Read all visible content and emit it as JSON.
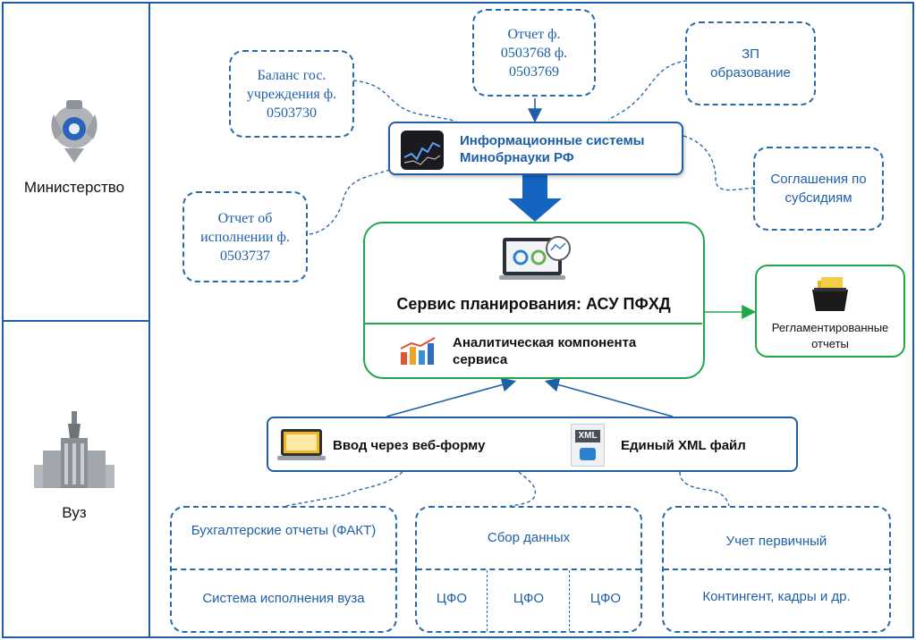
{
  "sidebar": {
    "ministry_label": "Министерство",
    "university_label": "Вуз"
  },
  "reports": {
    "balance": "Баланс гос. учреждения ф. 0503730",
    "report_768": "Отчет ф. 0503768 ф. 0503769",
    "zp": "ЗП образование",
    "agreements": "Соглашения по субсидиям",
    "execution": "Отчет об исполнении ф. 0503737"
  },
  "info_systems": {
    "label": "Информационные системы Минобрнауки РФ"
  },
  "service": {
    "title": "Сервис планирования: АСУ ПФХД",
    "analytics": "Аналитическая компонента сервиса"
  },
  "regulated": {
    "label": "Регламентированные отчеты"
  },
  "inputs": {
    "web_form": "Ввод через веб-форму",
    "xml_file": "Единый XML файл",
    "xml_icon_text": "XML"
  },
  "sources": {
    "accounting_title": "Бухгалтерские отчеты (ФАКТ)",
    "accounting_sub": "Система исполнения вуза",
    "collection_title": "Сбор данных",
    "cfo": [
      "ЦФО",
      "ЦФО",
      "ЦФО"
    ],
    "primary_title": "Учет первичный",
    "primary_sub": "Контингент, кадры и др."
  },
  "colors": {
    "frame": "#1f5fa8",
    "accent_green": "#1fa84a",
    "arrow": "#1565c0"
  }
}
